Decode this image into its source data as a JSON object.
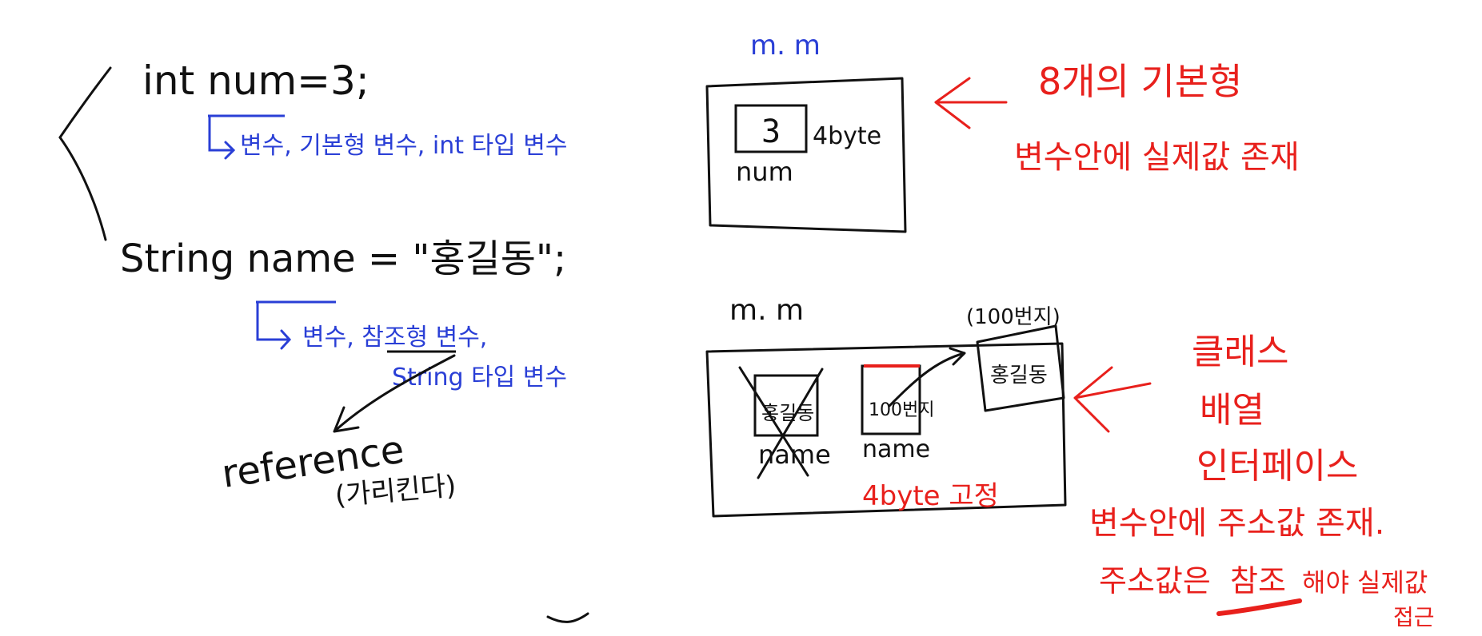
{
  "colors": {
    "ink": "#111111",
    "blue": "#2a3fd6",
    "red": "#e8201c"
  },
  "left": {
    "code_int": "int num=3;",
    "note_int": "변수, 기본형 변수, int 타입 변수",
    "code_string": "String name = \"홍길동\";",
    "note_string_1": "변수, 참조형 변수,",
    "note_string_2": "String 타입 변수",
    "reference": "reference",
    "reference_note": "(가리킨다)"
  },
  "box_top": {
    "label": "m. m",
    "value": "3",
    "size": "4byte",
    "var_name": "num"
  },
  "box_bottom": {
    "label": "m. m",
    "old_value": "홍길동",
    "old_name": "name",
    "addr_value": "100번지",
    "new_name": "name",
    "size": "4byte 고정",
    "heap_addr": "(100번지)",
    "heap_value": "홍길동"
  },
  "right_top": {
    "line1": "8개의 기본형",
    "line2": "변수안에 실제값 존재"
  },
  "right_bottom": {
    "line1": "클래스",
    "line2": "배열",
    "line3": "인터페이스",
    "line4": "변수안에 주소값 존재.",
    "line5a": "주소값은",
    "line5b": "참조",
    "line5c": "해야 실제값",
    "line6": "접근"
  }
}
